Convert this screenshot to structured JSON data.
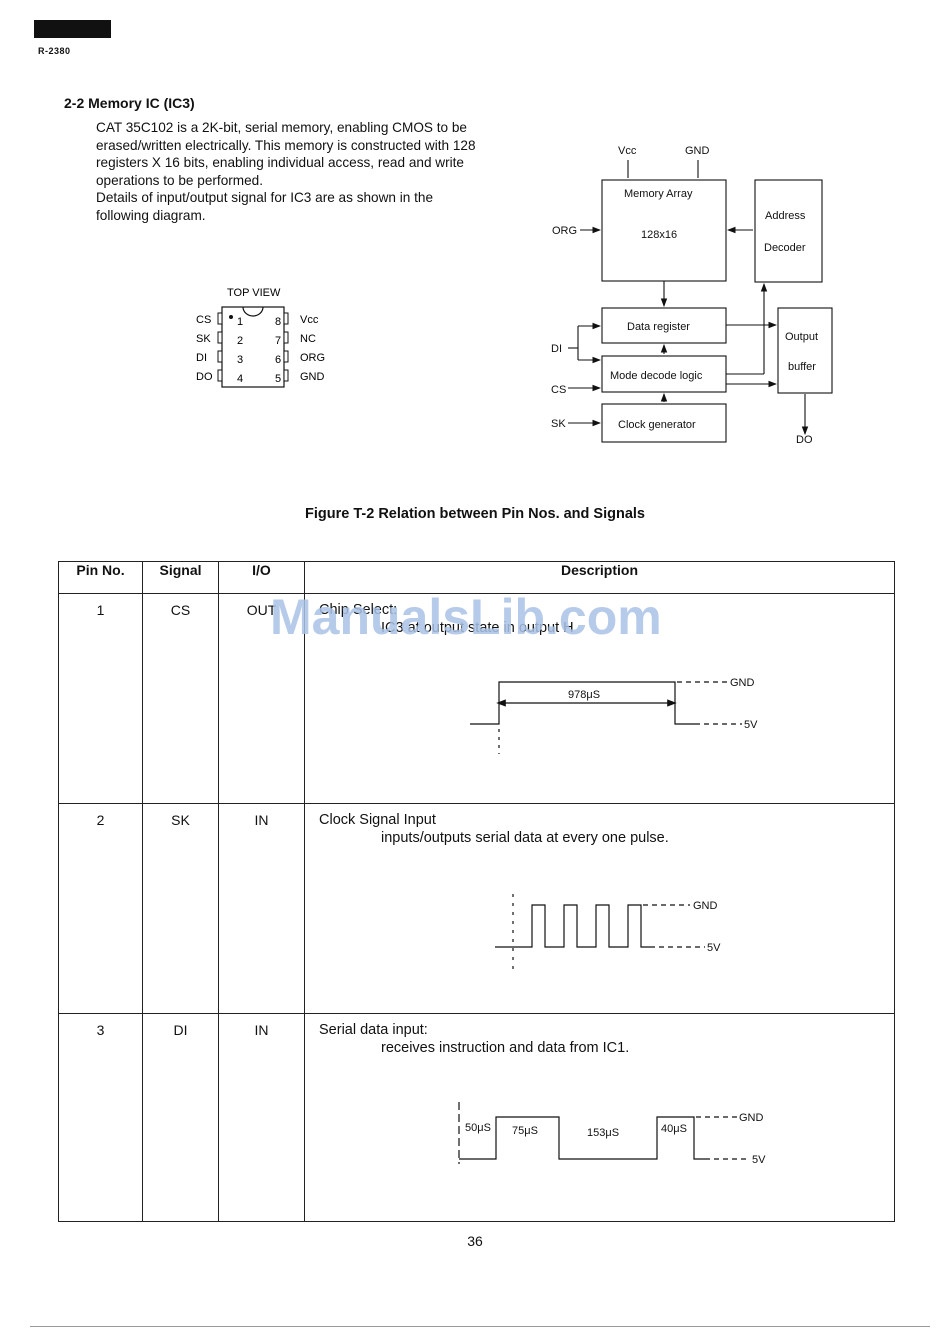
{
  "header": {
    "model": "R-2380"
  },
  "section": {
    "title": "2-2 Memory IC (IC3)",
    "paragraph1": "CAT 35C102 is a 2K-bit, serial memory, enabling CMOS to be erased/written electrically. This memory is constructed with 128 registers X 16 bits, enabling individual access, read and write operations to be performed.",
    "paragraph2": "Details of input/output signal for IC3 are as shown in the following diagram."
  },
  "pinout": {
    "title": "TOP VIEW",
    "left_pins": [
      {
        "name": "CS",
        "number": "1"
      },
      {
        "name": "SK",
        "number": "2"
      },
      {
        "name": "DI",
        "number": "3"
      },
      {
        "name": "DO",
        "number": "4"
      }
    ],
    "right_pins": [
      {
        "name": "Vcc",
        "number": "8"
      },
      {
        "name": "NC",
        "number": "7"
      },
      {
        "name": "ORG",
        "number": "6"
      },
      {
        "name": "GND",
        "number": "5"
      }
    ]
  },
  "block_diagram": {
    "vcc": "Vcc",
    "gnd": "GND",
    "memory_array": "Memory Array",
    "memory_size": "128x16",
    "org": "ORG",
    "address_decoder_line1": "Address",
    "address_decoder_line2": "Decoder",
    "data_register": "Data register",
    "mode_decode": "Mode decode logic",
    "clock_generator": "Clock generator",
    "output_buffer_line1": "Output",
    "output_buffer_line2": "buffer",
    "di": "DI",
    "cs": "CS",
    "sk": "SK",
    "do": "DO"
  },
  "figure_caption": "Figure T-2  Relation between Pin Nos. and Signals",
  "table": {
    "headers": [
      "Pin No.",
      "Signal",
      "I/O",
      "Description"
    ],
    "rows": [
      {
        "pin": "1",
        "signal": "CS",
        "io": "OUT",
        "desc_title": "Chip Select:",
        "desc_sub": "IC3 at output state in output H",
        "timing": {
          "width": "978μS",
          "high": "GND",
          "low": "5V"
        }
      },
      {
        "pin": "2",
        "signal": "SK",
        "io": "IN",
        "desc_title": "Clock Signal Input",
        "desc_sub": "inputs/outputs serial data at every one pulse.",
        "timing": {
          "high": "GND",
          "low": "5V"
        }
      },
      {
        "pin": "3",
        "signal": "DI",
        "io": "IN",
        "desc_title": "Serial data input:",
        "desc_sub": "receives instruction and data from IC1.",
        "timing": {
          "t1": "50μS",
          "t2": "75μS",
          "t3": "153μS",
          "t4": "40μS",
          "high": "GND",
          "low": "5V"
        }
      }
    ]
  },
  "page_number": "36",
  "watermark": "ManualsLib.com"
}
